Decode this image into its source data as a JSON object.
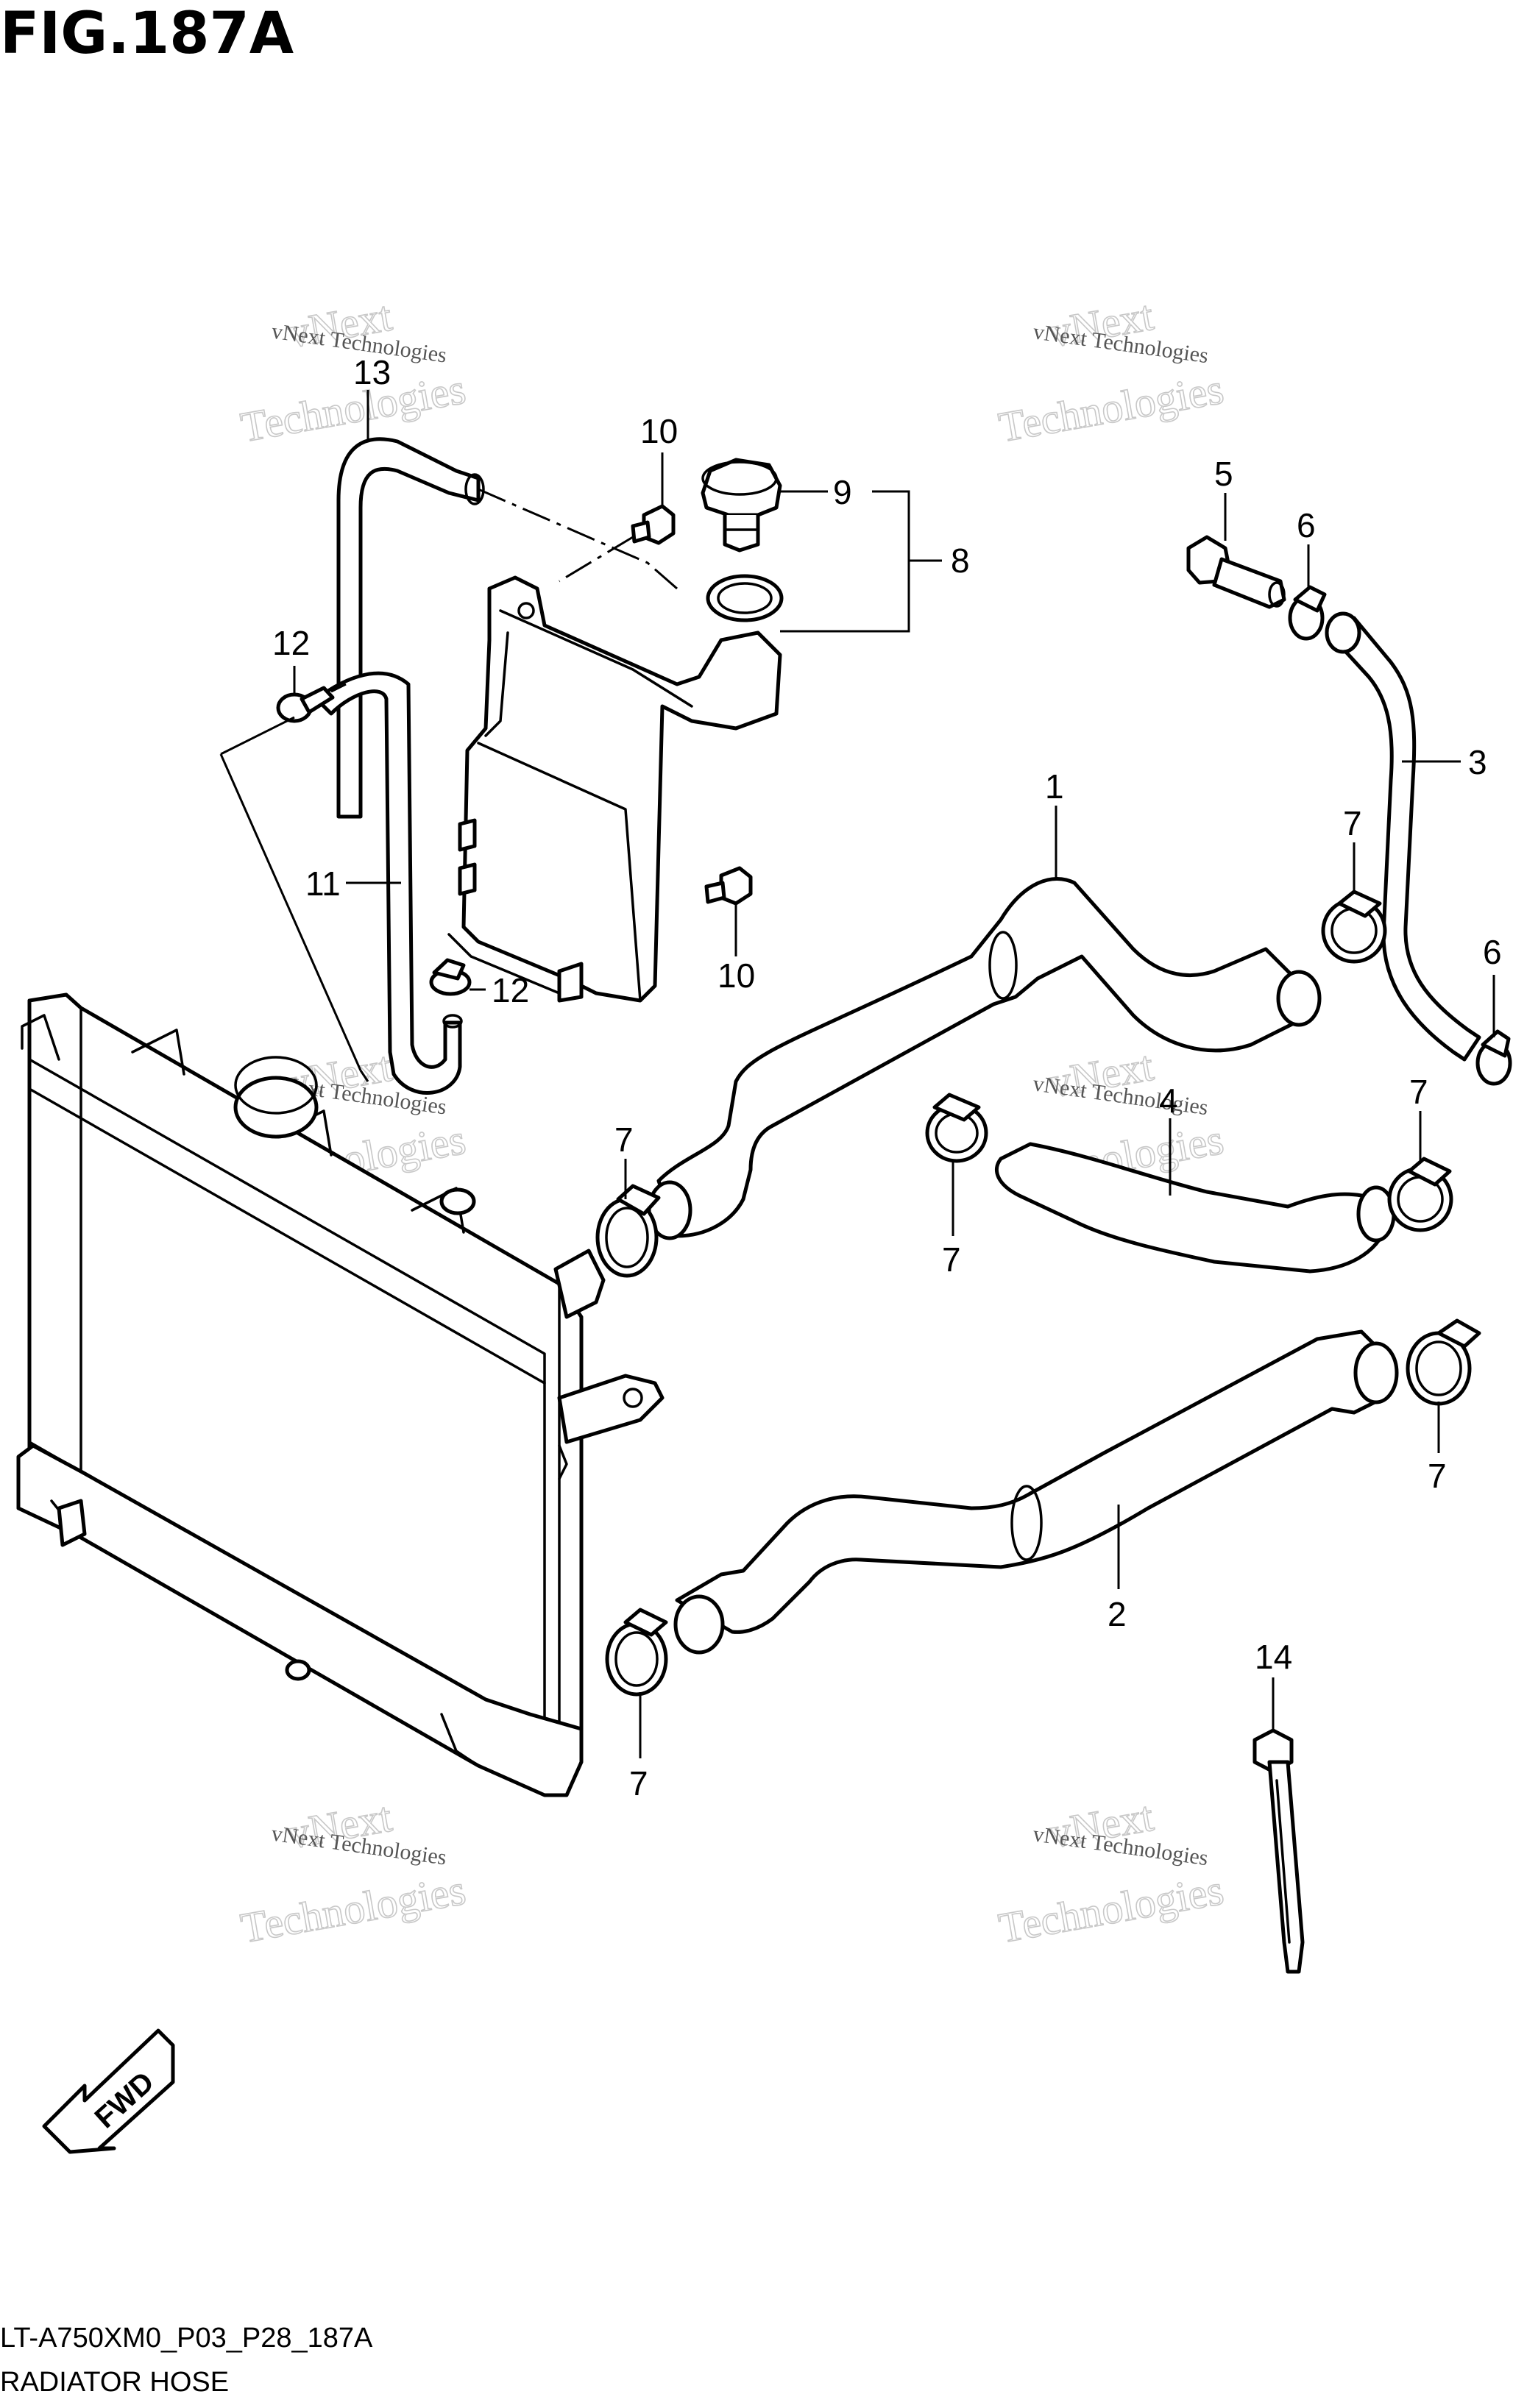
{
  "figure": {
    "title": "FIG.187A",
    "code": "LT-A750XM0_P03_P28_187A",
    "name": "RADIATOR HOSE"
  },
  "direction_arrow": {
    "label": "FWD"
  },
  "watermark": {
    "line1": "vNext Technologies",
    "line2": "vNext",
    "line3": "Technologies"
  },
  "callouts": {
    "c1": "1",
    "c2": "2",
    "c3": "3",
    "c4": "4",
    "c5": "5",
    "c6a": "6",
    "c6b": "6",
    "c7a": "7",
    "c7b": "7",
    "c7c": "7",
    "c7d": "7",
    "c7e": "7",
    "c7f": "7",
    "c8": "8",
    "c9": "9",
    "c10a": "10",
    "c10b": "10",
    "c11": "11",
    "c12a": "12",
    "c12b": "12",
    "c13": "13",
    "c14": "14"
  },
  "colors": {
    "line": "#000000",
    "background": "#ffffff",
    "watermark": "#c8c8c8"
  }
}
